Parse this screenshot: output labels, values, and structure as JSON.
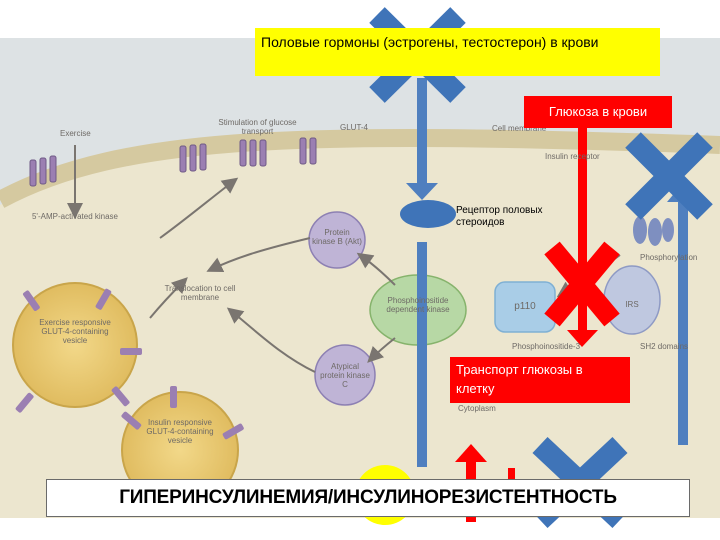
{
  "overlay": {
    "hormones_label": "Половые гормоны (эстрогены, тестостерон) в крови",
    "glucose_blood_label": "Глюкоза в крови",
    "receptor_label": "Рецептор половых стероидов",
    "glucose_transport_label": "Транспорт глюкозы в клетку",
    "banner_text": "ГИПЕРИНСУЛИНЕМИЯ/ИНСУЛИНОРЕЗИСТЕНТНОСТЬ"
  },
  "figure": {
    "exercise": "Exercise",
    "stimulation": "Stimulation of glucose transport",
    "glut4": "GLUT-4",
    "cell_membrane": "Cell membrane",
    "insulin_receptor": "Insulin receptor",
    "ampk": "5'-AMP-activated kinase",
    "pkb": "Protein kinase B (Akt)",
    "translocation": "Translocation to cell membrane",
    "pdk": "Phosphoinositide dependent kinase",
    "p110": "p110",
    "phosphorylation": "Phosphorylation",
    "irs": "IRS",
    "exercise_vesicle": "Exercise responsive GLUT-4-containing vesicle",
    "atypical_pkc": "Atypical protein kinase C",
    "phosphoinositide3": "Phosphoinositide-3",
    "sh2_domains": "SH2 domains",
    "cytoplasm": "Cytoplasm",
    "insulin_vesicle": "Insulin responsive GLUT-4-containing vesicle"
  },
  "colors": {
    "yellow": "#ffff00",
    "red": "#ff0000",
    "blue_cross": "#3f74b8",
    "blue_arrow": "#4f7fbf"
  }
}
